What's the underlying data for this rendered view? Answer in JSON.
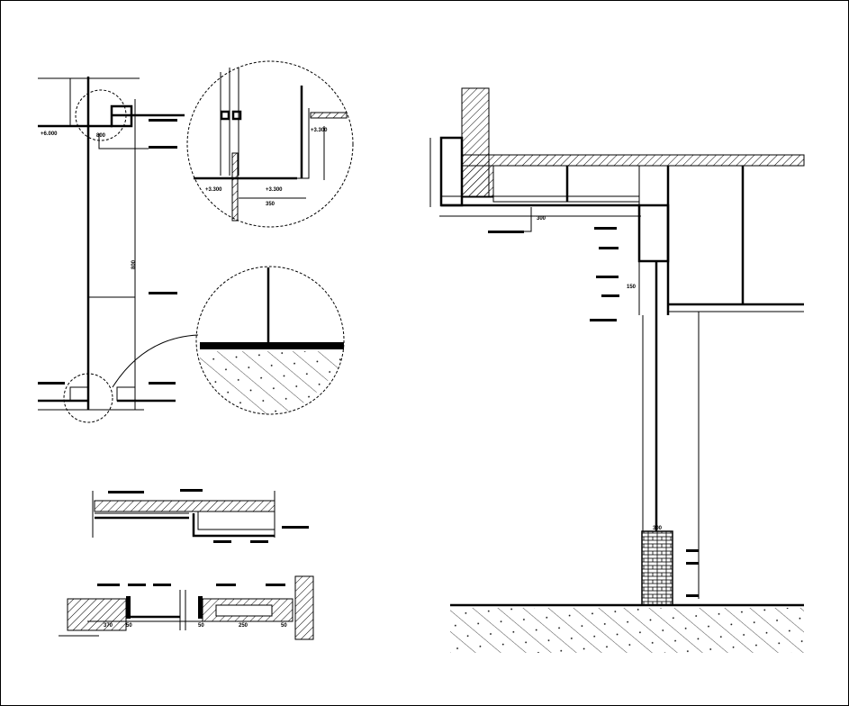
{
  "drawing": {
    "labels": {
      "elev_left": "+6.000",
      "dim_top": "800",
      "elev_detail_right": "+3.300",
      "elev_detail_a": "+3.300",
      "elev_detail_b": "+3.300",
      "dim_detail": "350",
      "dim_vertical": "800",
      "dim_right_a": "300",
      "dim_right_b": "150",
      "dim_right_c": "300",
      "dim_plan_a": "370",
      "dim_plan_b": "50",
      "dim_plan_c": "50",
      "dim_plan_d": "250",
      "dim_plan_e": "50"
    },
    "colors": {
      "line": "#000000",
      "background": "#ffffff"
    }
  }
}
